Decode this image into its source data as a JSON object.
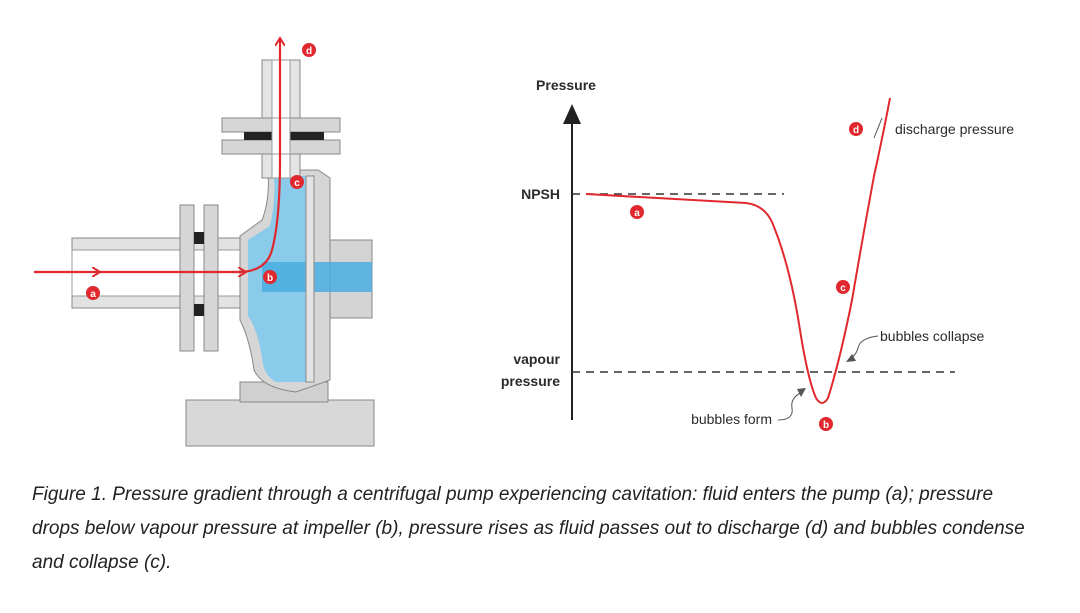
{
  "graph": {
    "y_axis_label": "Pressure",
    "npsh_label": "NPSH",
    "vapour_label_line1": "vapour",
    "vapour_label_line2": "pressure",
    "discharge_label": "discharge pressure",
    "bubbles_collapse_label": "bubbles collapse",
    "bubbles_form_label": "bubbles form"
  },
  "markers": {
    "a": "a",
    "b": "b",
    "c": "c",
    "d": "d"
  },
  "caption": "Figure 1. Pressure gradient through a centrifugal pump experiencing cavitation: fluid enters the pump (a); pressure drops below vapour pressure at impeller (b), pressure rises as fluid passes out to discharge (d) and bubbles condense and collapse (c).",
  "colors": {
    "flow_red": "#e0282e",
    "fluid_blue": "#7cc8ee",
    "pump_grey": "#d4d4d4",
    "outline": "#777777"
  }
}
